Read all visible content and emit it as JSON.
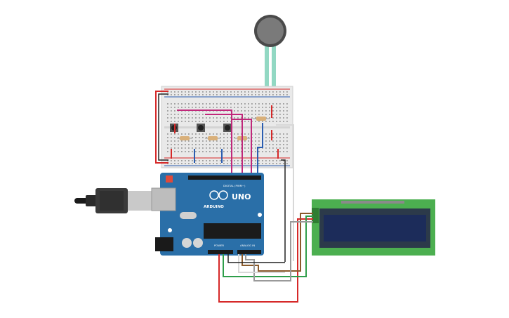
{
  "colors": {
    "board": "#2a6fa8",
    "board_dark": "#1f5a8a",
    "breadboard": "#e9e9e9",
    "lcd_pcb": "#4caf50",
    "lcd_screen": "#1c2c5a",
    "wire_red": "#d62828",
    "wire_magenta": "#c0287a",
    "wire_blue": "#2a5db0",
    "wire_black": "#222222",
    "wire_green": "#2e9e4a",
    "wire_brown": "#8a5a2b",
    "wire_gray": "#9a9a9a",
    "sensor_lead": "#7fd1b9"
  },
  "arduino": {
    "logo_text": "ARDUINO",
    "model_text": "UNO",
    "digital_label": "DIGITAL (PWM~)",
    "power_label": "POWER",
    "analog_label": "ANALOG IN"
  },
  "icons": [
    "usb-cable-icon",
    "force-sensor-icon",
    "pushbutton-icon",
    "resistor-icon"
  ]
}
